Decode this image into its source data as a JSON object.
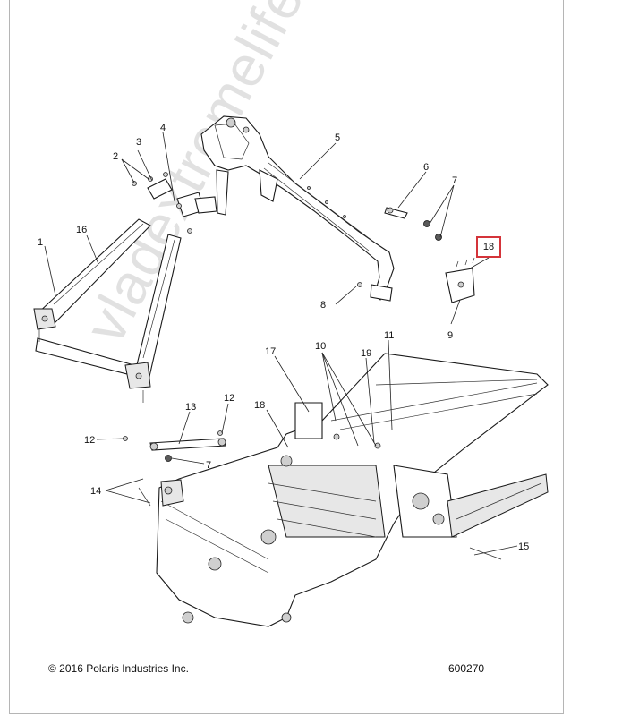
{
  "footer": {
    "copyright": "© 2016 Polaris Industries Inc.",
    "figure_number": "600270"
  },
  "watermark": "vladextremelife.ru",
  "highlighted_callout": "18",
  "highlight_color": "#d4343a",
  "callouts": {
    "c1": "1",
    "c2": "2",
    "c3": "3",
    "c4": "4",
    "c5": "5",
    "c6": "6",
    "c7a": "7",
    "c7b": "7",
    "c8": "8",
    "c9": "9",
    "c10": "10",
    "c11": "11",
    "c12a": "12",
    "c12b": "12",
    "c13": "13",
    "c14": "14",
    "c15": "15",
    "c16": "16",
    "c17": "17",
    "c18b": "18",
    "c19": "19"
  }
}
